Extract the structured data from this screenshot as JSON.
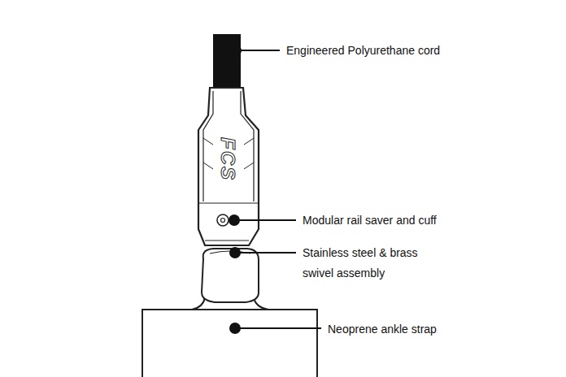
{
  "diagram": {
    "labels": [
      "Engineered Polyurethane cord",
      "FCS",
      "Modular rail saver and cuff",
      "Stainless steel & brass swivel assembly",
      "Neoprene ankle strap"
    ]
  }
}
